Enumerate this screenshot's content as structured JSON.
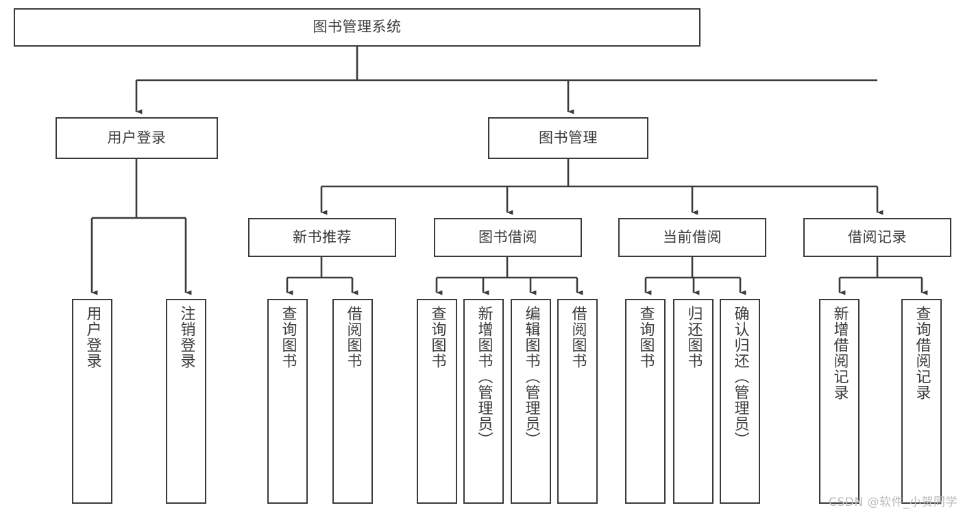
{
  "diagram": {
    "type": "tree-hierarchy",
    "title_node": {
      "label": "图书管理系统"
    },
    "level1": [
      {
        "label": "用户登录"
      },
      {
        "label": "图书管理"
      }
    ],
    "level2": [
      {
        "label": "新书推荐"
      },
      {
        "label": "图书借阅"
      },
      {
        "label": "当前借阅"
      },
      {
        "label": "借阅记录"
      }
    ],
    "leaves": {
      "user_login": [
        {
          "label": "用户登录"
        },
        {
          "label": "注销登录"
        }
      ],
      "new_book_recommend": [
        {
          "label": "查询图书"
        },
        {
          "label": "借阅图书"
        }
      ],
      "book_borrow": [
        {
          "label": "查询图书"
        },
        {
          "label": "新增图书（管理员）"
        },
        {
          "label": "编辑图书（管理员）"
        },
        {
          "label": "借阅图书"
        }
      ],
      "current_borrow": [
        {
          "label": "查询图书"
        },
        {
          "label": "归还图书"
        },
        {
          "label": "确认归还（管理员）"
        }
      ],
      "borrow_record": [
        {
          "label": "新增借阅记录"
        },
        {
          "label": "查询借阅记录"
        }
      ]
    }
  },
  "watermark": {
    "text": "CSDN @软件_小贺同学"
  },
  "colors": {
    "stroke": "#3a3a3a",
    "text": "#3b3b3b",
    "background": "#ffffff",
    "watermark": "#b9b9b9"
  }
}
